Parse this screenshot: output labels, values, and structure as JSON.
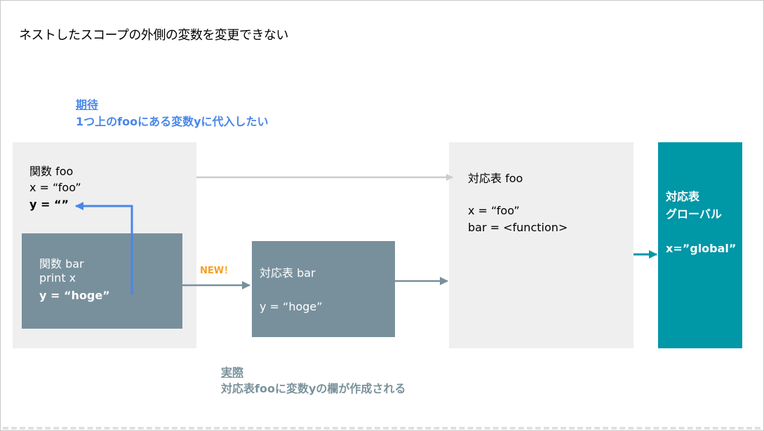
{
  "title": "ネストしたスコープの外側の変数を変更できない",
  "expected": {
    "heading": "期待",
    "text": "1つ上のfooにある変数yに代入したい"
  },
  "actual": {
    "heading": "実際",
    "text": "対応表fooに変数yの欄が作成される"
  },
  "foo_function": {
    "line1": "関数 foo",
    "line2": "x = “foo”",
    "line3": "y = “”"
  },
  "bar_function": {
    "line1": "関数 bar",
    "line2": "print x",
    "line3": "y = “hoge”"
  },
  "new_label": "NEW！",
  "bar_table": {
    "line1": "対応表 bar",
    "line2": "y = “hoge”"
  },
  "foo_table": {
    "line1": "対応表 foo",
    "line2": "x = “foo”",
    "line3": "bar = <function>"
  },
  "global_table": {
    "line1": "対応表",
    "line2": "グローバル",
    "line3": "x=”global”"
  },
  "colors": {
    "expected_blue": "#4a86e8",
    "actual_grey": "#7b929b",
    "panel_light": "#efefef",
    "panel_slate": "#78909c",
    "global_teal": "#0097a7",
    "new_orange": "#f6a021",
    "arrow_light": "#cccccc",
    "arrow_slate": "#78909c"
  }
}
